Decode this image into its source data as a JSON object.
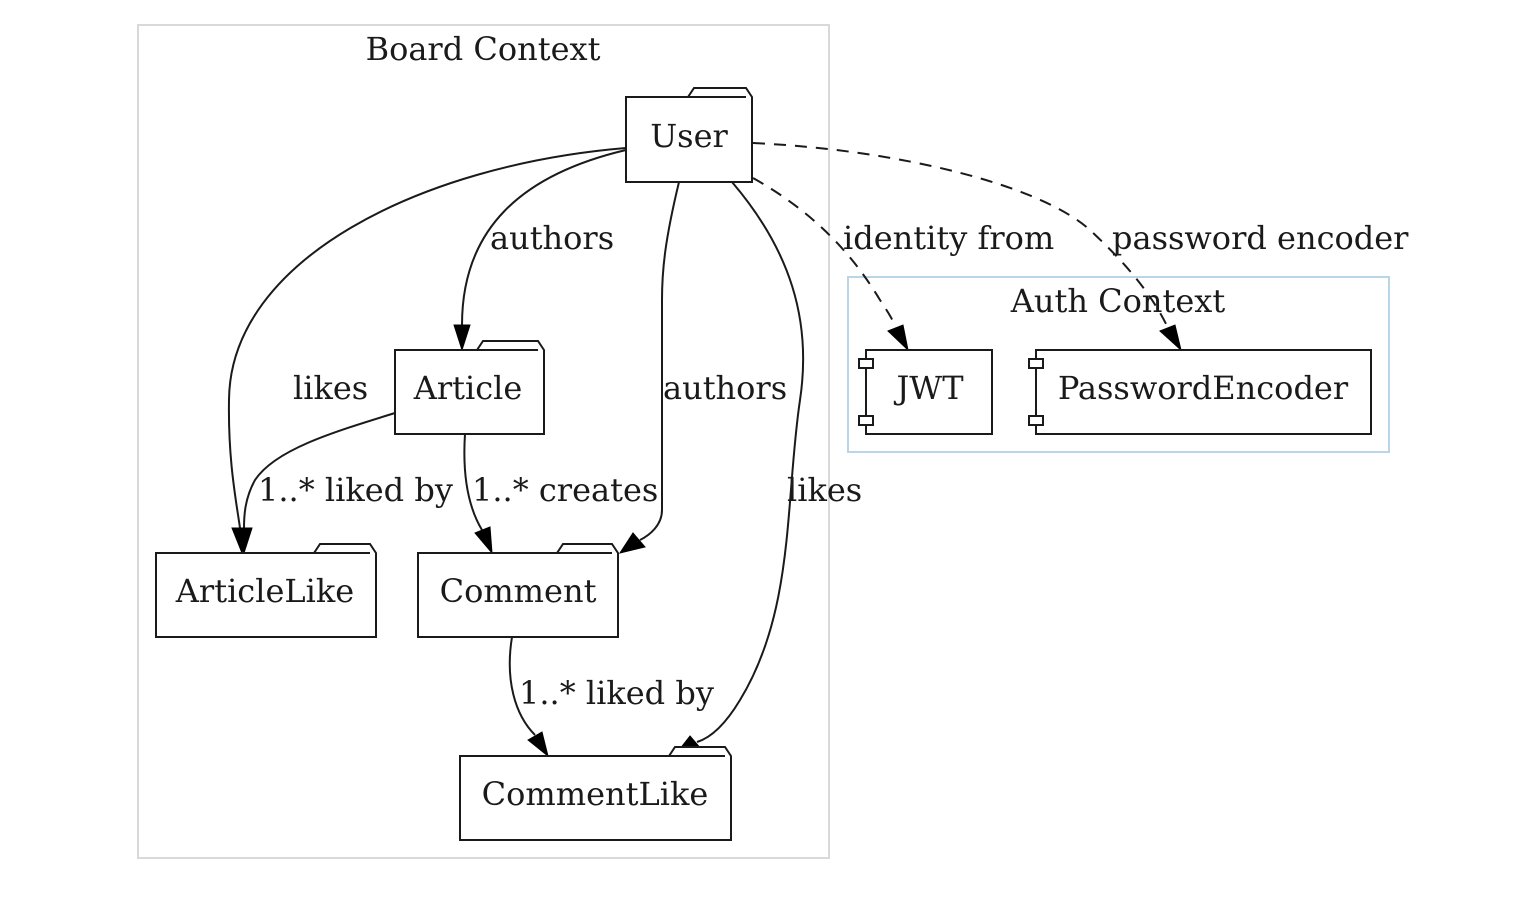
{
  "clusters": {
    "board": {
      "title": "Board Context",
      "border_color": "#d9d9d9"
    },
    "auth": {
      "title": "Auth Context",
      "border_color": "#b9d5e6"
    }
  },
  "nodes": {
    "user": "User",
    "article": "Article",
    "article_like": "ArticleLike",
    "comment": "Comment",
    "comment_like": "CommentLike",
    "jwt": "JWT",
    "password_encoder": "PasswordEncoder"
  },
  "edges": {
    "user_article": "authors",
    "user_articlelike": "likes",
    "user_comment": "authors",
    "user_commentlike": "likes",
    "article_articlelike": "1..* liked by",
    "article_comment": "1..* creates",
    "comment_commentlike": "1..* liked by",
    "user_jwt": "identity from",
    "user_passwordencoder": "password encoder"
  }
}
